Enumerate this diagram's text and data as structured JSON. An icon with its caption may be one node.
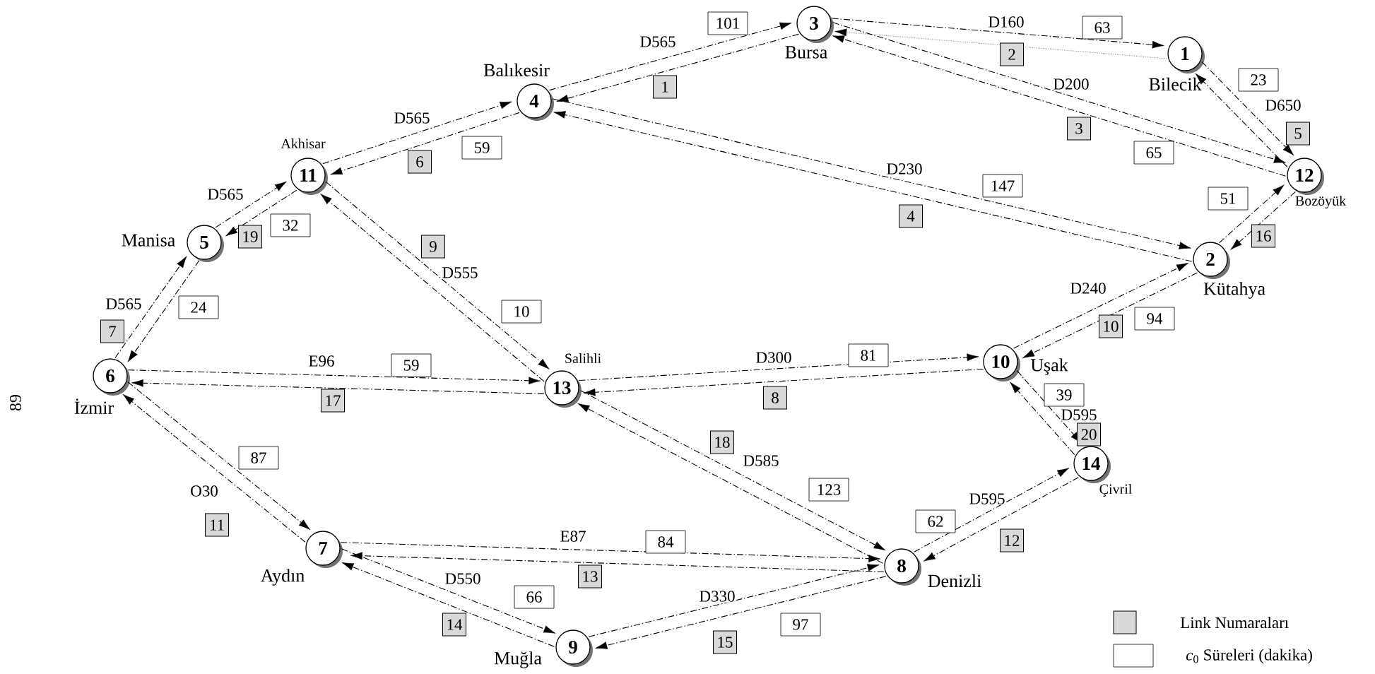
{
  "diagram": {
    "nodes": [
      {
        "text": [
          "1"
        ],
        "beside": [
          "Bilecik"
        ]
      },
      {
        "text": [
          "2"
        ],
        "beside": [
          "Kütahya"
        ]
      },
      {
        "text": [
          "3"
        ],
        "beside": [
          "Bursa"
        ]
      },
      {
        "text": [
          "4"
        ],
        "beside": [
          "Balıkesir"
        ]
      },
      {
        "text": [
          "5"
        ],
        "beside": [
          "Manisa"
        ]
      },
      {
        "text": [
          "6"
        ],
        "beside": [
          "İzmir"
        ]
      },
      {
        "text": [
          "7"
        ],
        "beside": [
          "Aydın"
        ]
      },
      {
        "text": [
          "8"
        ],
        "beside": [
          "Denizli"
        ]
      },
      {
        "text": [
          "9"
        ],
        "beside": [
          "Muğla"
        ]
      },
      {
        "text": [
          "10"
        ],
        "beside": [
          "Uşak"
        ]
      },
      {
        "text": [
          "11"
        ],
        "beside": [
          "Akhisar"
        ]
      },
      {
        "text": [
          "12"
        ],
        "beside": [
          "Bozöyük"
        ]
      },
      {
        "text": [
          "13"
        ],
        "beside": [
          "Salihli"
        ]
      },
      {
        "text": [
          "14"
        ],
        "beside": [
          "Çivril"
        ]
      }
    ],
    "edges": [
      {
        "from": 3,
        "to": 2,
        "arrow": "to",
        "label": "D565"
      },
      {
        "from": 2,
        "to": 3,
        "arrow": "to"
      },
      {
        "from": 2,
        "to": 0,
        "arrow": "to",
        "label": "D160"
      },
      {
        "from": 0,
        "to": 2,
        "arrow": "to",
        "style": "dashed"
      },
      {
        "from": 2,
        "to": 11,
        "arrow": "to",
        "label": "D200"
      },
      {
        "from": 11,
        "to": 2,
        "arrow": "to"
      },
      {
        "from": 3,
        "to": 1,
        "arrow": "to",
        "label": "D230"
      },
      {
        "from": 1,
        "to": 3,
        "arrow": "to"
      },
      {
        "from": 0,
        "to": 11,
        "arrow": "to",
        "label": "D650"
      },
      {
        "from": 11,
        "to": 0,
        "arrow": "to"
      },
      {
        "from": 10,
        "to": 3,
        "arrow": "to",
        "label": "D565"
      },
      {
        "from": 3,
        "to": 10,
        "arrow": "to"
      },
      {
        "from": 5,
        "to": 4,
        "arrow": "to",
        "label": "D565"
      },
      {
        "from": 4,
        "to": 5,
        "arrow": "to"
      },
      {
        "from": 12,
        "to": 9,
        "arrow": "to",
        "label": "D300"
      },
      {
        "from": 9,
        "to": 12,
        "arrow": "to"
      },
      {
        "from": 10,
        "to": 12,
        "arrow": "to",
        "label": "D555"
      },
      {
        "from": 12,
        "to": 10,
        "arrow": "to"
      },
      {
        "from": 9,
        "to": 1,
        "arrow": "to",
        "label": "D240"
      },
      {
        "from": 1,
        "to": 9,
        "arrow": "to"
      },
      {
        "from": 5,
        "to": 6,
        "arrow": "to",
        "label": "O30"
      },
      {
        "from": 6,
        "to": 5,
        "arrow": "to"
      },
      {
        "from": 7,
        "to": 13,
        "arrow": "to",
        "label": "D595"
      },
      {
        "from": 13,
        "to": 7,
        "arrow": "to"
      },
      {
        "from": 6,
        "to": 7,
        "arrow": "to",
        "label": "E87"
      },
      {
        "from": 7,
        "to": 6,
        "arrow": "to"
      },
      {
        "from": 6,
        "to": 8,
        "arrow": "to",
        "label": "D550"
      },
      {
        "from": 8,
        "to": 6,
        "arrow": "to"
      },
      {
        "from": 8,
        "to": 7,
        "arrow": "to",
        "label": "D330"
      },
      {
        "from": 7,
        "to": 8,
        "arrow": "to"
      },
      {
        "from": 1,
        "to": 11,
        "arrow": "to"
      },
      {
        "from": 11,
        "to": 1,
        "arrow": "to"
      },
      {
        "from": 5,
        "to": 12,
        "arrow": "to",
        "label": "E96"
      },
      {
        "from": 12,
        "to": 5,
        "arrow": "to"
      },
      {
        "from": 12,
        "to": 7,
        "arrow": "to",
        "label": "D585"
      },
      {
        "from": 7,
        "to": 12,
        "arrow": "to"
      },
      {
        "from": 4,
        "to": 10,
        "arrow": "to",
        "label": "D565"
      },
      {
        "from": 10,
        "to": 4,
        "arrow": "to"
      },
      {
        "from": 9,
        "to": 13,
        "arrow": "to",
        "label": "D595"
      },
      {
        "from": 13,
        "to": 9,
        "arrow": "to"
      }
    ],
    "labels": [
      "1",
      "101",
      "2",
      "63",
      "3",
      "65",
      "4",
      "147",
      "5",
      "23",
      "6",
      "59",
      "7",
      "24",
      "8",
      "81",
      "9",
      "10",
      "10",
      "94",
      "11",
      "87",
      "12",
      "62",
      "13",
      "84",
      "14",
      "66",
      "15",
      "97",
      "16",
      "51",
      "17",
      "59",
      "18",
      "123",
      "19",
      "32",
      "20",
      "39",
      "89"
    ],
    "legend": [
      {
        "text": "Link Numaraları",
        "color": "#d9d9d9"
      },
      {
        "text": "*c*$_{0}$ Süreleri (dakika)"
      }
    ]
  }
}
